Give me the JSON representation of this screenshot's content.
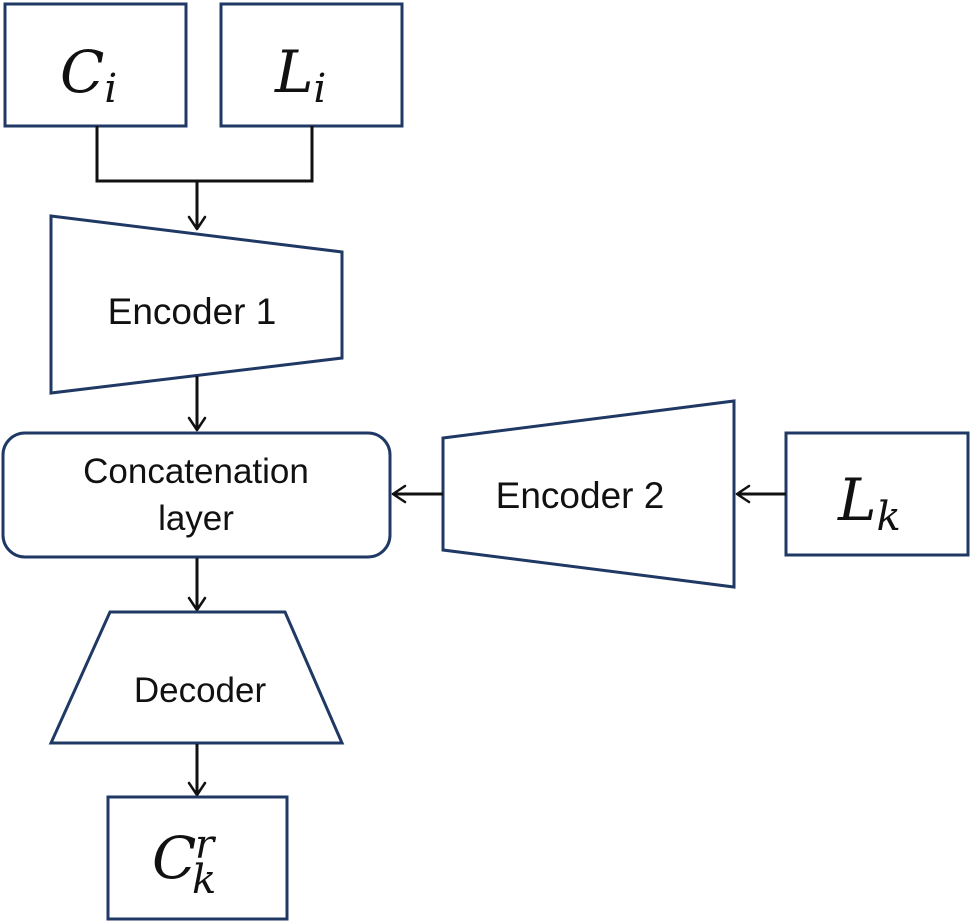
{
  "diagram": {
    "nodes": {
      "ci": {
        "main": "C",
        "sub": "i"
      },
      "li": {
        "main": "L",
        "sub": "i"
      },
      "encoder1": {
        "label": "Encoder 1"
      },
      "concat": {
        "line1": "Concatenation",
        "line2": "layer"
      },
      "encoder2": {
        "label": "Encoder 2"
      },
      "lk": {
        "main": "L",
        "sub": "k"
      },
      "decoder": {
        "label": "Decoder"
      },
      "ckr": {
        "main": "C",
        "sub": "k",
        "sup": "r"
      }
    },
    "edges": [
      {
        "from": "ci",
        "to": "encoder1"
      },
      {
        "from": "li",
        "to": "encoder1"
      },
      {
        "from": "encoder1",
        "to": "concat"
      },
      {
        "from": "lk",
        "to": "encoder2"
      },
      {
        "from": "encoder2",
        "to": "concat"
      },
      {
        "from": "concat",
        "to": "decoder"
      },
      {
        "from": "decoder",
        "to": "ckr"
      }
    ],
    "colors": {
      "shape_stroke": "#1f3864",
      "arrow": "#111111"
    }
  }
}
